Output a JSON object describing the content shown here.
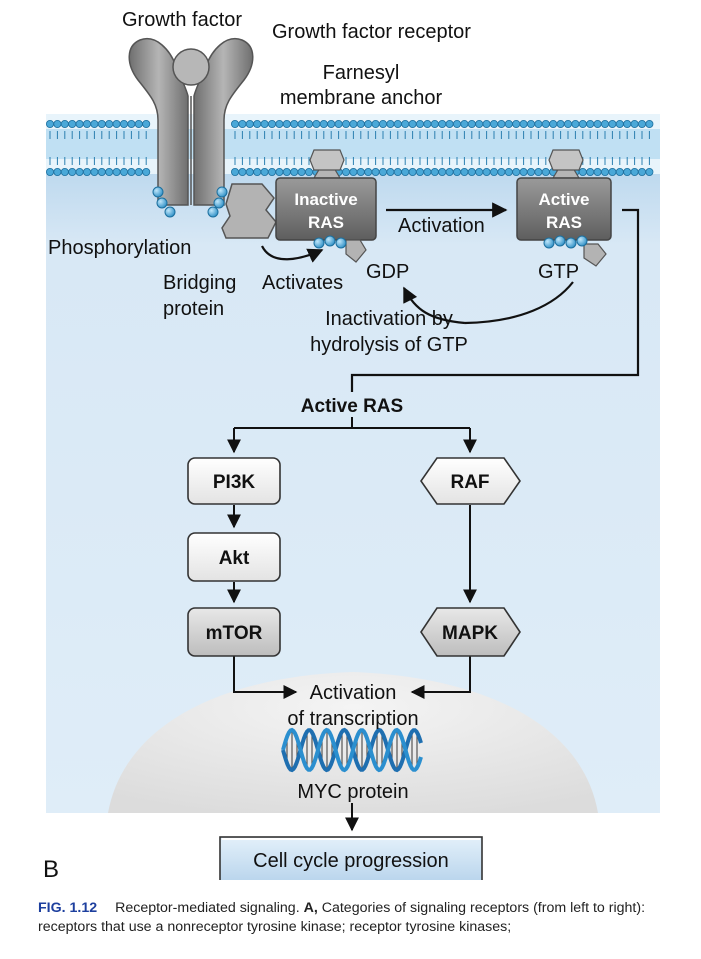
{
  "labels": {
    "growth_factor": "Growth factor",
    "receptor": "Growth factor receptor",
    "farnesyl_1": "Farnesyl",
    "farnesyl_2": "membrane anchor",
    "phosphorylation": "Phosphorylation",
    "bridging_1": "Bridging",
    "bridging_2": "protein",
    "activates": "Activates",
    "gdp": "GDP",
    "gtp": "GTP",
    "activation": "Activation",
    "inactivation_1": "Inactivation by",
    "inactivation_2": "hydrolysis of GTP",
    "active_ras_heading": "Active RAS",
    "transcription_1": "Activation",
    "transcription_2": "of transcription",
    "myc": "MYC protein"
  },
  "ras": {
    "inactive_1": "Inactive",
    "inactive_2": "RAS",
    "active_1": "Active",
    "active_2": "RAS"
  },
  "nodes": {
    "pi3k": "PI3K",
    "akt": "Akt",
    "mtor": "mTOR",
    "raf": "RAF",
    "mapk": "MAPK",
    "cell_cycle": "Cell cycle progression"
  },
  "panel_letter": "B",
  "caption": {
    "fig": "FIG. 1.12",
    "text_1": "Receptor-mediated signaling.",
    "bold_a": "A,",
    "text_2": "Categories of signaling receptors (from left to right): receptors that use a nonreceptor tyrosine kinase; receptor tyrosine kinases;"
  },
  "colors": {
    "cytoplasm": "#d8e8f5",
    "membrane_head": "#4aa8d8",
    "nucleus": "#e6e6e6",
    "protein_grey": "#8a8a8a",
    "cell_cycle_box": "#c5dcef"
  }
}
